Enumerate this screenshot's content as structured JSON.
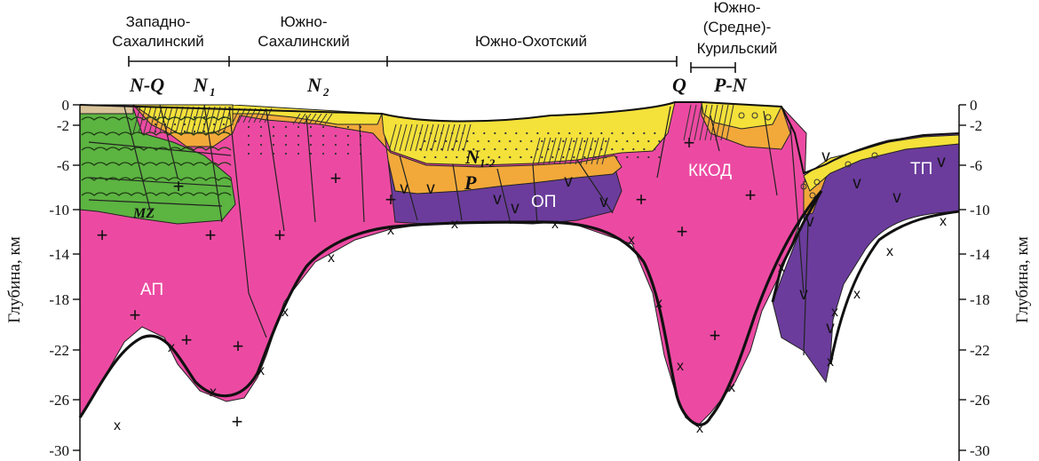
{
  "regions": [
    {
      "lines": [
        "Западно-",
        "Сахалинский"
      ]
    },
    {
      "lines": [
        "Южно-",
        "Сахалинский"
      ]
    },
    {
      "lines": [
        "Южно-Охотский"
      ]
    },
    {
      "lines": [
        "Южно-",
        "(Средне)-",
        "Курильский"
      ]
    }
  ],
  "axis": {
    "title_left": "Глубина, км",
    "title_right": "Глубина, км",
    "ticks": [
      "0",
      "-2",
      "-6",
      "-10",
      "-14",
      "-18",
      "-22",
      "-26",
      "-30"
    ]
  },
  "stratigraphy": {
    "nq": "N-Q",
    "n1": "N",
    "n1_sub": "1",
    "n2": "N",
    "n2_sub": "2",
    "q": "Q",
    "pn": "P-N",
    "n12": "N",
    "n12_sub": "1-2",
    "p": "P",
    "mz": "MZ"
  },
  "units": {
    "ap": "АП",
    "op": "ОП",
    "kkod": "ККОД",
    "tp": "ТП",
    "v_marks": "v",
    "plus_marks": "+",
    "x_marks": "x"
  },
  "colors": {
    "crust_magenta": "#ec4aa2",
    "basalt_purple": "#6b3c9c",
    "sediment_yellow": "#f4e13a",
    "sediment_orange": "#f2a93a",
    "mesozoic_green": "#5cb441",
    "early_cover_tan": "#d9c39a"
  }
}
